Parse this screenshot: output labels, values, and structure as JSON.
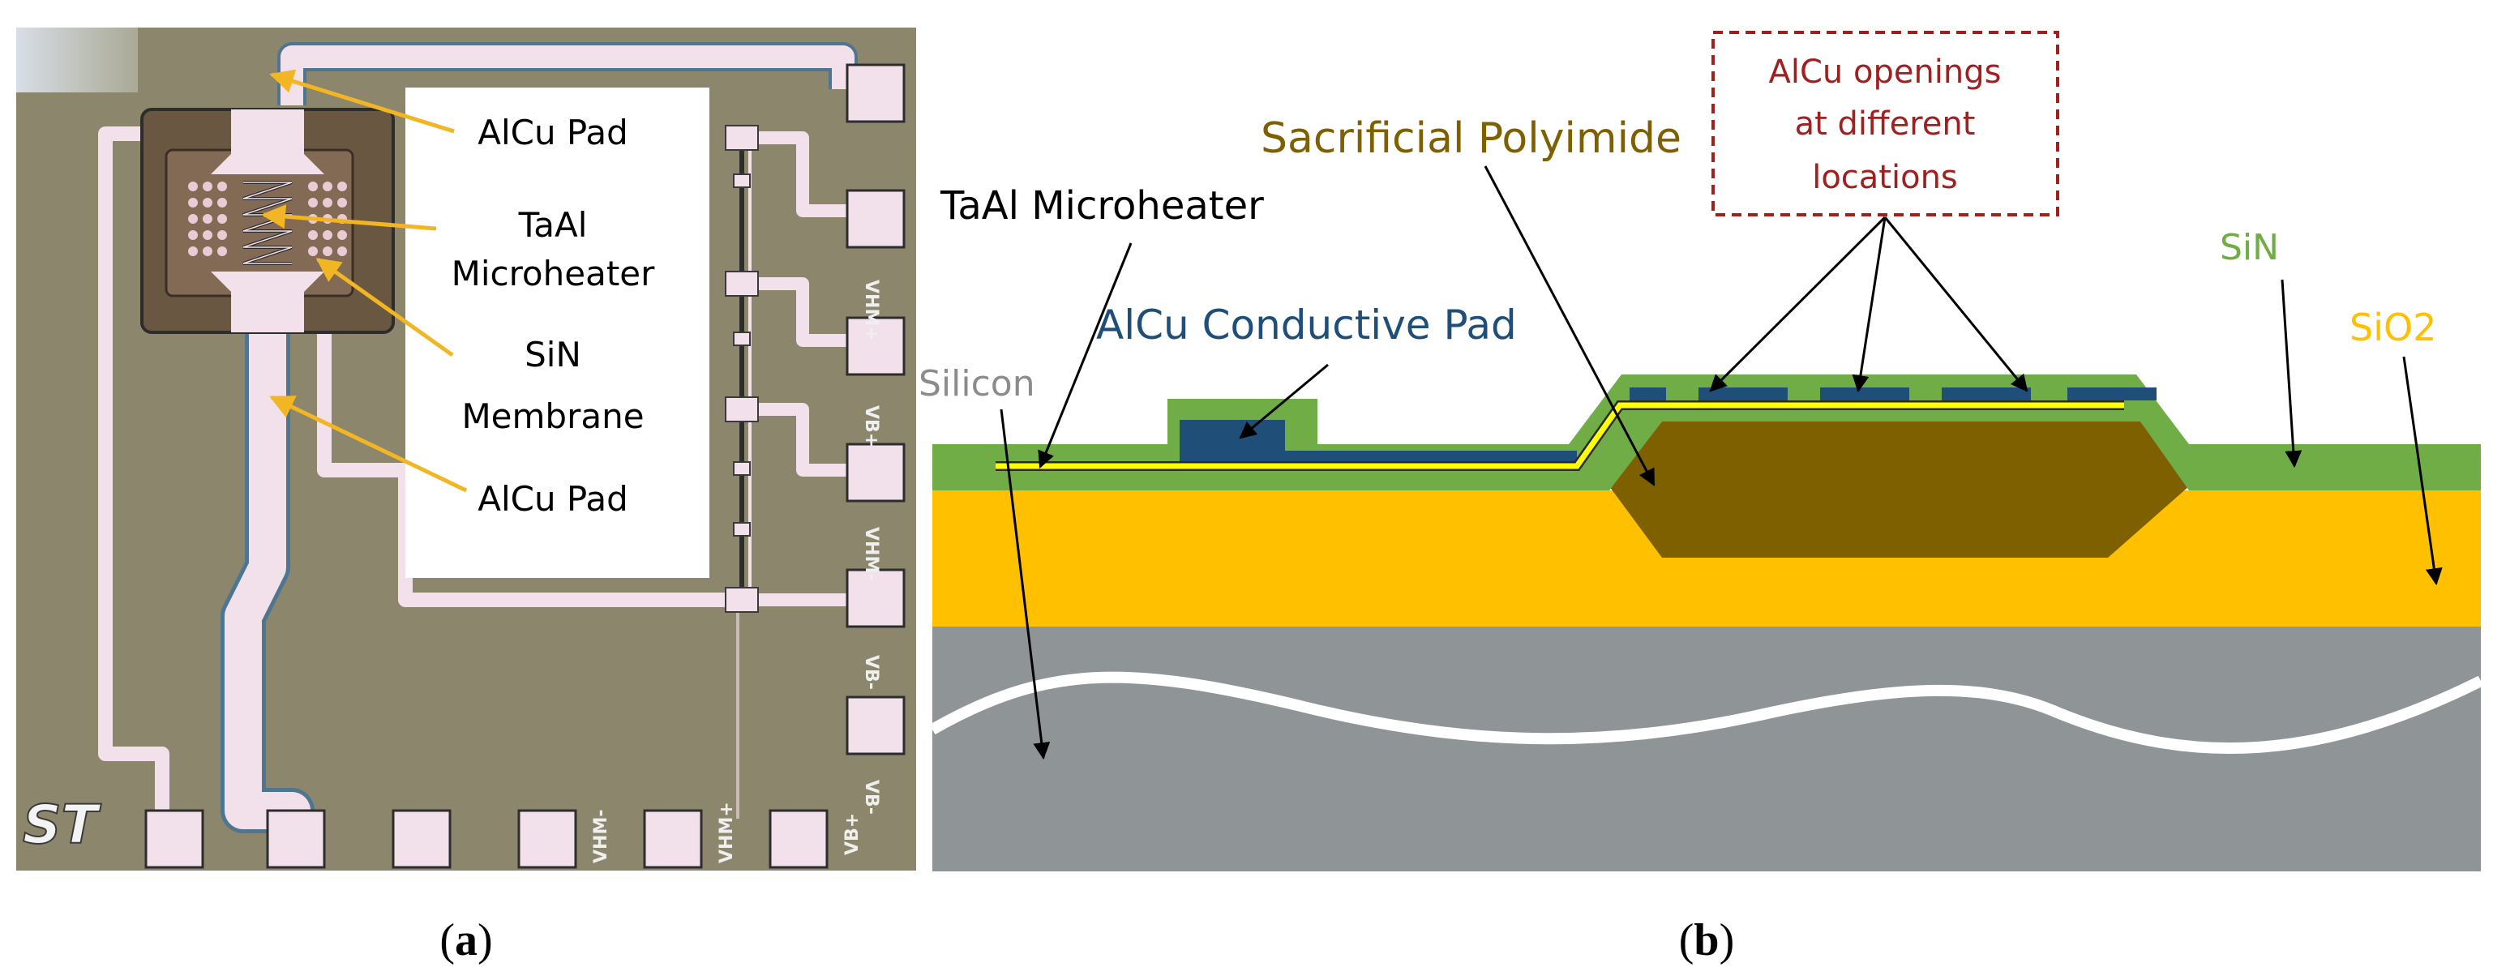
{
  "panel_a": {
    "labels": {
      "alcu_pad_top": "AlCu Pad",
      "taal_line1": "TaAl",
      "taal_line2": "Microheater",
      "sin_line1": "SiN",
      "sin_line2": "Membrane",
      "alcu_pad_bottom": "AlCu Pad"
    },
    "pin_labels": {
      "vhm_plus": "VHM+",
      "vb_plus": "VB+",
      "vhm_minus": "VHM-",
      "vb_minus": "VB-",
      "vb_minus_2": "VB-",
      "vhm_minus_bottom": "VHM-",
      "vhm_plus_bottom": "VHM+",
      "vb_plus_bottom": "VB+"
    },
    "logo_text": "ST",
    "caption_open": "(",
    "caption_letter": "a",
    "caption_close": ")"
  },
  "panel_b": {
    "labels": {
      "taal_microheater": "TaAl Microheater",
      "sacrificial_polyimide": "Sacrificial Polyimide",
      "openings_line1": "AlCu openings",
      "openings_line2": "at different",
      "openings_line3": "locations",
      "alcu_conductive_pad": "AlCu Conductive Pad",
      "silicon": "Silicon",
      "sin": "SiN",
      "sio2": "SiO2"
    },
    "caption_open": "(",
    "caption_letter": "b",
    "caption_close": ")"
  },
  "colors": {
    "die_background": "#8c876c",
    "aluminum_trace": "#f2e0ea",
    "trace_edge": "#4e7690",
    "label_box": "#ffffff",
    "arrow": "#f2b624",
    "sin_green": "#70ad47",
    "sio2_yellow": "#ffc000",
    "polyimide_brown": "#7f6000",
    "alcu_blue": "#1f4e79",
    "heater_yellow": "#ffff00",
    "silicon_gray": "#8f9497",
    "silicon_label": "#8c8c8c",
    "openings_red": "#a02020"
  }
}
